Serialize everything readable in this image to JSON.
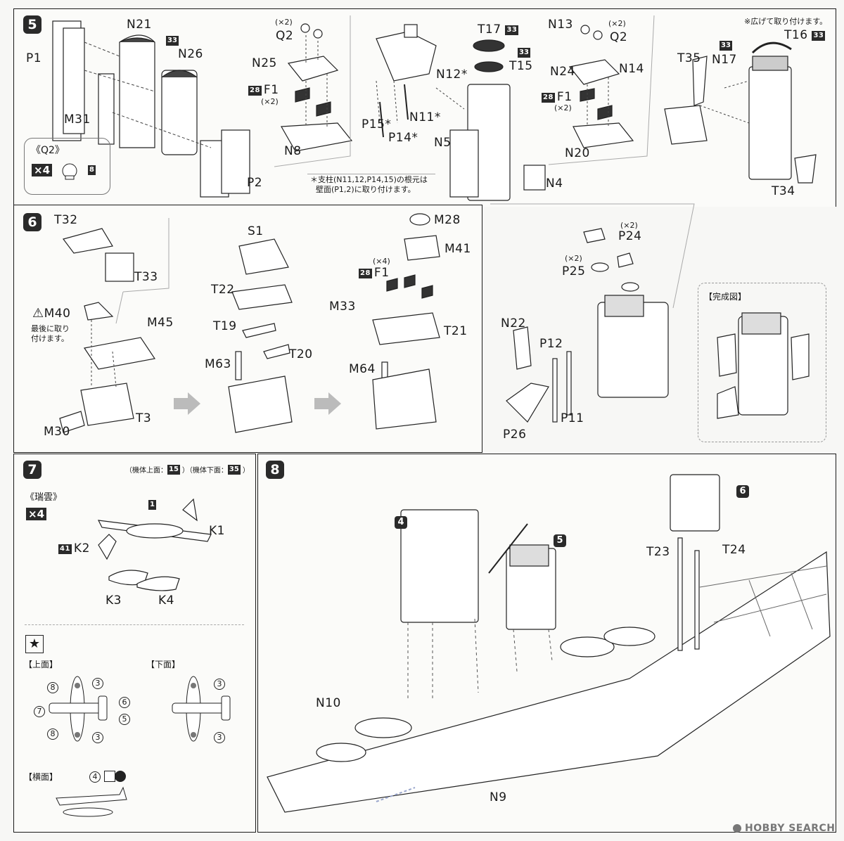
{
  "steps": {
    "s5": "5",
    "s6": "6",
    "s7": "7",
    "s8": "8"
  },
  "step5": {
    "labels": {
      "P1": "P1",
      "N21": "N21",
      "N26": "N26",
      "badge33a": "33",
      "M31": "M31",
      "P2": "P2",
      "Q2a": "Q2",
      "Q2a_qty": "(×2)",
      "N25": "N25",
      "F1a": "F1",
      "F1a_qty": "(×2)",
      "badge28a": "28",
      "N8": "N8",
      "N12": "N12*",
      "P15": "P15*",
      "P14": "P14*",
      "N11": "N11*",
      "N5": "N5",
      "N4": "N4",
      "T17": "T17",
      "badge33b": "33",
      "T15": "T15",
      "badge33c": "33",
      "N13": "N13",
      "Q2b": "Q2",
      "Q2b_qty": "(×2)",
      "N24": "N24",
      "N14": "N14",
      "F1b": "F1",
      "F1b_qty": "(×2)",
      "badge28b": "28",
      "N20": "N20",
      "T35": "T35",
      "N17": "N17",
      "badge33d": "33",
      "T16": "T16",
      "badge33e": "33",
      "T34": "T34"
    },
    "corner_note": "※広げて取り付けます。",
    "q2_box": {
      "title": "《Q2》",
      "qty": "×4",
      "badge": "8"
    },
    "footnote_line1": "＊支柱(N11,12,P14,15)の根元は",
    "footnote_line2": "壁面(P1,2)に取り付けます。",
    "sub": {
      "P24": "P24",
      "P24_qty": "(×2)",
      "P25": "P25",
      "P25_qty": "(×2)",
      "N22": "N22",
      "P12": "P12",
      "P11": "P11",
      "P26": "P26",
      "complete": "【完成図】"
    }
  },
  "step6": {
    "labels": {
      "T32": "T32",
      "T33": "T33",
      "M40": "M40",
      "M45": "M45",
      "M30": "M30",
      "T3": "T3",
      "S1": "S1",
      "T22": "T22",
      "T19": "T19",
      "M63": "M63",
      "T20": "T20",
      "M28": "M28",
      "M41": "M41",
      "F1": "F1",
      "F1_qty": "(×4)",
      "badge28": "28",
      "M33": "M33",
      "T21": "T21",
      "M64": "M64"
    },
    "warn_line1": "最後に取り",
    "warn_line2": "付けます。"
  },
  "step7": {
    "top_note_1": "（機体上面：",
    "top_badge_1": "15",
    "top_note_2": "）（機体下面：",
    "top_badge_2": "35",
    "top_note_3": "）",
    "plane_name": "《瑞雲》",
    "qty": "×4",
    "badge1": "1",
    "K1": "K1",
    "K2": "K2",
    "badge41": "41",
    "K3": "K3",
    "K4": "K4",
    "star": "★",
    "upper": "【上面】",
    "lower": "【下面】",
    "side": "【横面】",
    "decals": {
      "d8a": "8",
      "d3a": "3",
      "d7": "7",
      "d6": "6",
      "d5": "5",
      "d8b": "8",
      "d3b": "3",
      "u3a": "3",
      "u3b": "3",
      "s4": "4"
    }
  },
  "step8": {
    "markers": {
      "m4": "4",
      "m5": "5",
      "m6": "6"
    },
    "labels": {
      "T23": "T23",
      "T24": "T24",
      "N10": "N10",
      "N9": "N9"
    }
  },
  "watermark": "HOBBY SEARCH",
  "watermark_icon": "hobbysearch-logo-icon"
}
